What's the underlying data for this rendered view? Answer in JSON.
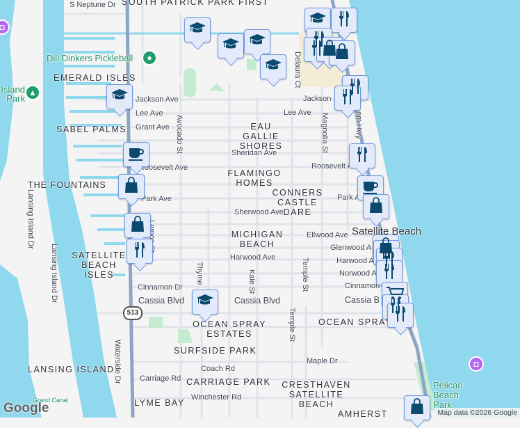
{
  "colors": {
    "land": "#f5f4f5",
    "water": "#8fd8ee",
    "highway": "#8da5c4",
    "park": "#c5ecd1",
    "marker_fill": "#e3ebfb",
    "marker_border": "#6f9ae0",
    "icon": "#0b4a6e",
    "poi_green": "#1e9e6a",
    "poi_purple": "#b667f0"
  },
  "areas": [
    "SOUTH PATRICK PARK FIRST",
    "EMERALD ISLES",
    "SABEL PALMS",
    "EAU GALLIE SHORES",
    "FLAMINGO HOMES",
    "THE FOUNTAINS",
    "CONNERS CASTLE DARE",
    "MICHIGAN BEACH",
    "SATELLITE BEACH ISLES",
    "OCEAN SPRAY ESTATES",
    "OCEAN SPRAY",
    "SURFSIDE PARK",
    "LANSING ISLAND",
    "CARRIAGE PARK",
    "CRESTHAVEN SATELLITE BEACH",
    "LYME BAY",
    "AMHERST"
  ],
  "city": "Satellite Beach",
  "streets": {
    "s_neptune": "S Neptune Dr",
    "jackson": "Jackson Ave",
    "jackson_e": "Jackson",
    "lee": "Lee Ave",
    "lee_e": "Lee Ave",
    "grant": "Grant Ave",
    "sheridan": "Sheridan Ave",
    "roosevelt": "Roosevelt Ave",
    "roosevelt_e": "Roosevelt A",
    "park": "Park Ave",
    "park_e": "Park A",
    "sherwood": "Sherwood Ave",
    "ellwood": "Ellwood Ave",
    "glenwood": "Glenwood A",
    "harwood": "Harwood Ave",
    "harwood_e": "Harwood A",
    "norwood": "Norwood A",
    "cinnamon": "Cinnamon Dr",
    "cinnamon_e": "Cinnamon",
    "cassia": "Cassia Blvd",
    "cassia_c": "Cassia Blvd",
    "cassia_e": "Cassia B",
    "coach": "Coach Rd",
    "carriage": "Carriage Rd",
    "winchester": "Winchester Rd",
    "maple": "Maple Dr",
    "avocado": "Avocado St",
    "magnolia": "Magnolia St",
    "delaura": "Delaura Ct",
    "lemon": "Lemon St",
    "thyme": "Thyme",
    "kale": "Kale St",
    "temple": "Temple St",
    "temple2": "Temple St",
    "lansing1": "Lansing Island Dr",
    "lansing2": "Lansing Island Dr",
    "waterside": "Waterside Dr",
    "hwy": "Hwy",
    "hwy_n": "em Hwy"
  },
  "route_shield": "513",
  "pois": {
    "pickleball": "Dill Dinkers Pickleball",
    "island_park": "Island Park",
    "pelican_park": "Pelican Beach Park",
    "grand_canal": "Grand Canal"
  },
  "markers": [
    "school",
    "school",
    "school",
    "school",
    "school",
    "school",
    "restaurant",
    "restaurant",
    "restaurant",
    "shopping",
    "shopping",
    "restaurant",
    "restaurant",
    "restaurant",
    "cafe",
    "shopping",
    "cafe",
    "shopping",
    "shopping",
    "restaurant",
    "shopping",
    "restaurant",
    "restaurant",
    "restaurant",
    "grocery",
    "restaurant",
    "restaurant",
    "school",
    "shopping"
  ],
  "branding": {
    "logo": "Google",
    "attribution": "Map data ©2026 Google"
  }
}
